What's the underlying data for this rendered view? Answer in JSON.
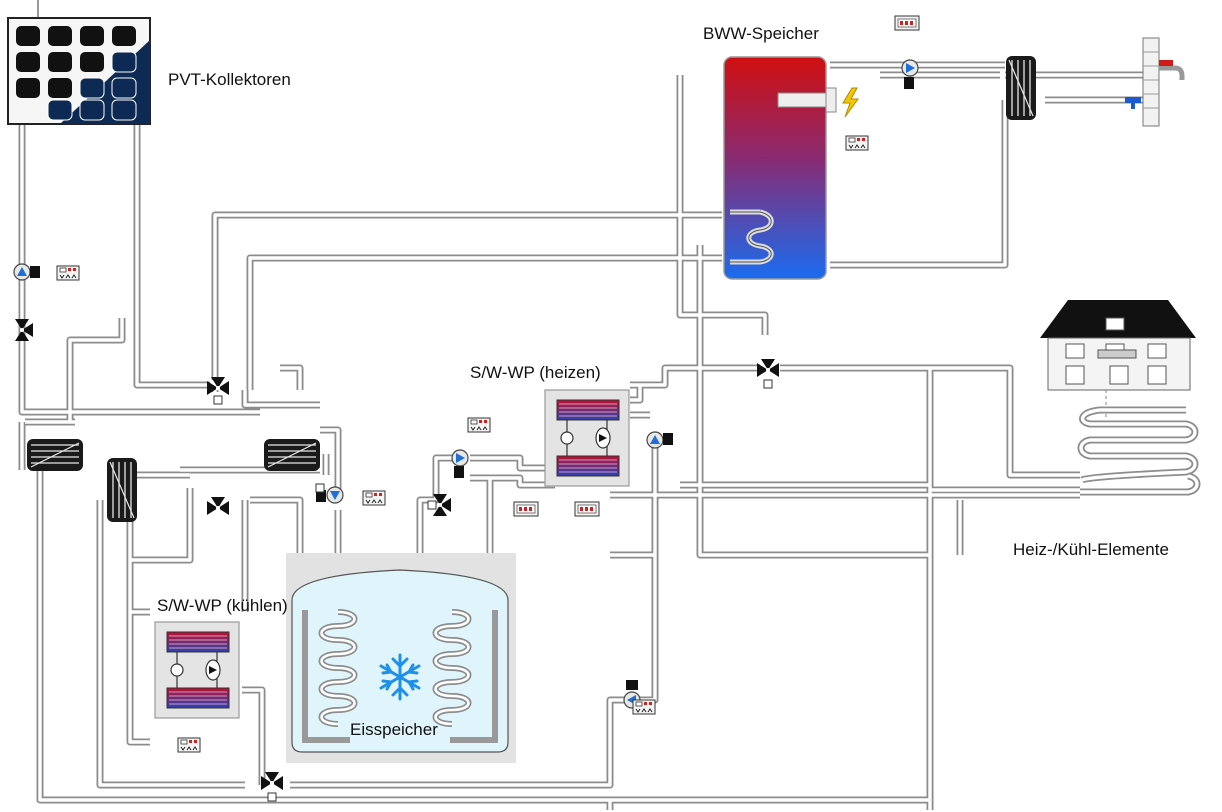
{
  "labels": {
    "pvt": "PVT-Kollektoren",
    "bww": "BWW-Speicher",
    "hp_heat": "S/W-WP (heizen)",
    "hp_cool": "S/W-WP (kühlen)",
    "ice": "Eisspeicher",
    "heat_cool": "Heiz-/Kühl-Elemente"
  },
  "colors": {
    "pipe": "#8d8d8d",
    "tank_hot": "#d01010",
    "tank_cold": "#1a6cf0",
    "collector": "#0d2a55",
    "pump": "#1f6fd6",
    "ice": "#dff4fb",
    "snowflake": "#1e90e8"
  },
  "icons": [
    "pv-panel-icon",
    "pump-icon",
    "three-way-valve-icon",
    "heat-exchanger-icon",
    "controller-icon",
    "display-icon",
    "heating-rod-icon",
    "tap-icon",
    "house-icon",
    "snowflake-icon"
  ]
}
